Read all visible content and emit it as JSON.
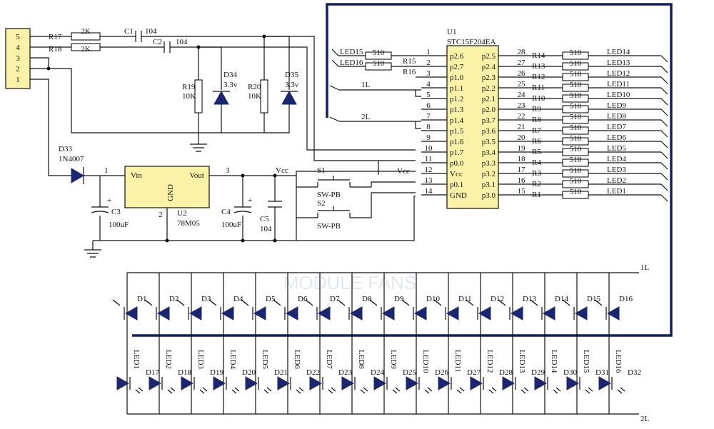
{
  "connector": {
    "pins": [
      "5",
      "4",
      "3",
      "2",
      "1"
    ]
  },
  "input_resistors": [
    {
      "ref": "R17",
      "value": "2K"
    },
    {
      "ref": "R18",
      "value": "2K"
    }
  ],
  "coupling_caps": [
    {
      "ref": "C1",
      "value": "104"
    },
    {
      "ref": "C2",
      "value": "104"
    }
  ],
  "bias_resistors": [
    {
      "ref": "R19",
      "value": "10K"
    },
    {
      "ref": "R20",
      "value": "10K"
    }
  ],
  "zeners": [
    {
      "ref": "D34",
      "value": "3.3v"
    },
    {
      "ref": "D35",
      "value": "3.3v"
    }
  ],
  "rectifier": {
    "ref": "D33",
    "part": "1N4007"
  },
  "regulator": {
    "ref": "U2",
    "part": "78M05",
    "vin": "Vin",
    "vout": "Vout",
    "gnd": "GND",
    "pin1": "1",
    "pin2": "2",
    "pin3": "3"
  },
  "power_caps": [
    {
      "ref": "C3",
      "value": "100uF"
    },
    {
      "ref": "C4",
      "value": "100uF"
    },
    {
      "ref": "C5",
      "value": "104"
    }
  ],
  "vcc_label": "Vcc",
  "switches": [
    {
      "ref": "S1",
      "type": "SW-PB"
    },
    {
      "ref": "S2",
      "type": "SW-PB"
    }
  ],
  "mcu": {
    "ref": "U1",
    "part": "STC15F204EA",
    "left_pins": [
      {
        "num": "1",
        "name": "p2.6"
      },
      {
        "num": "2",
        "name": "p2.7"
      },
      {
        "num": "3",
        "name": "p1.0"
      },
      {
        "num": "4",
        "name": "p1.1"
      },
      {
        "num": "5",
        "name": "p1.2"
      },
      {
        "num": "6",
        "name": "p1.3"
      },
      {
        "num": "7",
        "name": "p1.4"
      },
      {
        "num": "8",
        "name": "p1.5"
      },
      {
        "num": "9",
        "name": "p1.6"
      },
      {
        "num": "10",
        "name": "p1.7"
      },
      {
        "num": "11",
        "name": "p0.0"
      },
      {
        "num": "12",
        "name": "Vcc"
      },
      {
        "num": "13",
        "name": "p0.1"
      },
      {
        "num": "14",
        "name": "GND"
      }
    ],
    "right_pins": [
      {
        "num": "28",
        "name": "p2.5"
      },
      {
        "num": "27",
        "name": "p2.4"
      },
      {
        "num": "26",
        "name": "p2.3"
      },
      {
        "num": "25",
        "name": "p2.2"
      },
      {
        "num": "24",
        "name": "p2.1"
      },
      {
        "num": "23",
        "name": "p2.0"
      },
      {
        "num": "22",
        "name": "p3.7"
      },
      {
        "num": "21",
        "name": "p3.6"
      },
      {
        "num": "20",
        "name": "p3.5"
      },
      {
        "num": "19",
        "name": "p3.4"
      },
      {
        "num": "18",
        "name": "p3.3"
      },
      {
        "num": "17",
        "name": "p3.2"
      },
      {
        "num": "16",
        "name": "p3.1"
      },
      {
        "num": "15",
        "name": "p3.0"
      }
    ]
  },
  "left_led_resistors": [
    {
      "net": "LED15",
      "ref": "R15",
      "value": "510"
    },
    {
      "net": "LED16",
      "ref": "R16",
      "value": "510"
    }
  ],
  "right_led_resistors": [
    {
      "ref": "R14",
      "value": "510",
      "net": "LED14"
    },
    {
      "ref": "R13",
      "value": "510",
      "net": "LED13"
    },
    {
      "ref": "R12",
      "value": "510",
      "net": "LED12"
    },
    {
      "ref": "R11",
      "value": "510",
      "net": "LED11"
    },
    {
      "ref": "R10",
      "value": "510",
      "net": "LED10"
    },
    {
      "ref": "R9",
      "value": "510",
      "net": "LED9"
    },
    {
      "ref": "R8",
      "value": "510",
      "net": "LED8"
    },
    {
      "ref": "R7",
      "value": "510",
      "net": "LED7"
    },
    {
      "ref": "R6",
      "value": "510",
      "net": "LED6"
    },
    {
      "ref": "R5",
      "value": "510",
      "net": "LED5"
    },
    {
      "ref": "R4",
      "value": "510",
      "net": "LED4"
    },
    {
      "ref": "R3",
      "value": "510",
      "net": "LED3"
    },
    {
      "ref": "R2",
      "value": "510",
      "net": "LED2"
    },
    {
      "ref": "R1",
      "value": "510",
      "net": "LED1"
    }
  ],
  "row_nets": {
    "row1": "1L",
    "row2": "2L"
  },
  "top_leds": [
    "D1",
    "D2",
    "D3",
    "D4",
    "D5",
    "D6",
    "D7",
    "D8",
    "D9",
    "D10",
    "D11",
    "D12",
    "D13",
    "D14",
    "D15",
    "D16"
  ],
  "bottom_leds": [
    "D17",
    "D18",
    "D19",
    "D20",
    "D21",
    "D22",
    "D23",
    "D24",
    "D25",
    "D26",
    "D27",
    "D28",
    "D29",
    "D30",
    "D31",
    "D32"
  ],
  "column_nets": [
    "LED1",
    "LED2",
    "LED3",
    "LED4",
    "LED5",
    "LED6",
    "LED7",
    "LED8",
    "LED9",
    "LED10",
    "LED11",
    "LED12",
    "LED13",
    "LED14",
    "LED15",
    "LED16"
  ],
  "watermark": "MODULE FANS",
  "colors": {
    "bus": "#15205a",
    "component_fill": "#fbf2a8",
    "diode": "#1a2670"
  }
}
